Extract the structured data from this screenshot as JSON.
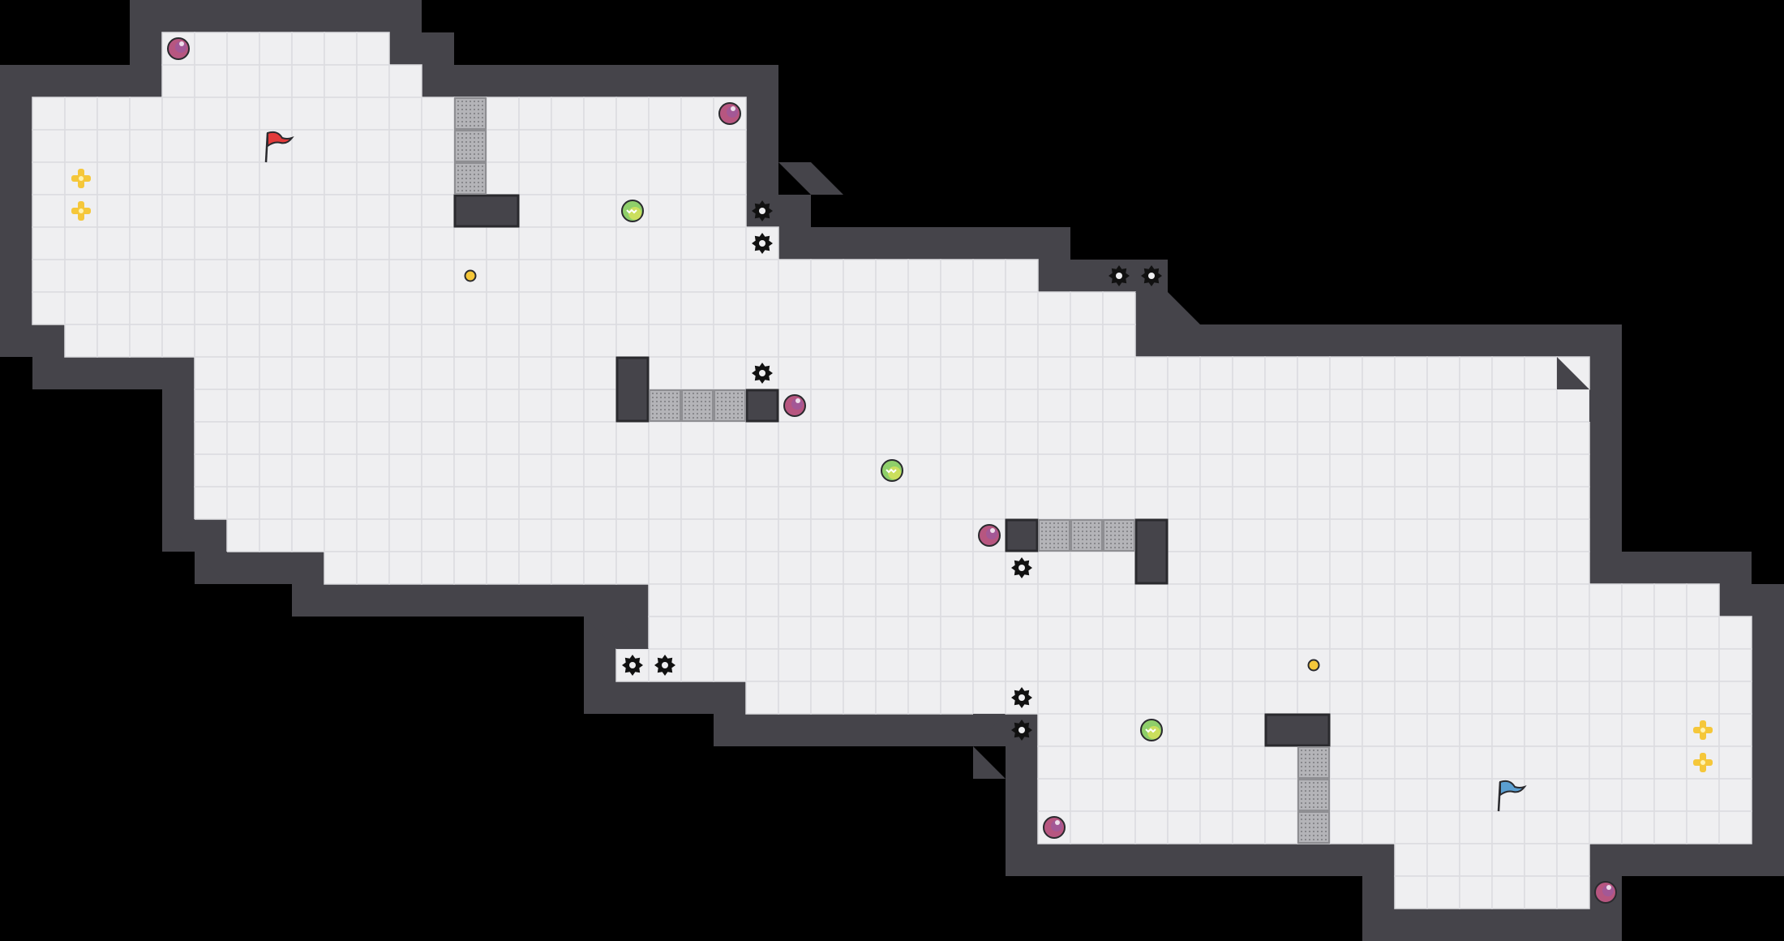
{
  "level": {
    "cols": 55,
    "rows": 29,
    "colors": {
      "background": "#000000",
      "wall": "#45444a",
      "wall_edge": "#2a2a2e",
      "floor": "#efeff1",
      "grid_line": "#dcdce0",
      "grate": "#9a9a9e",
      "gold": "#f5c73a",
      "red_team": "#e23b3b",
      "blue_team": "#5b9fd1"
    },
    "floor_runs": [
      [
        1,
        5,
        11
      ],
      [
        2,
        5,
        12
      ],
      [
        3,
        1,
        22
      ],
      [
        4,
        1,
        22
      ],
      [
        5,
        1,
        22
      ],
      [
        6,
        1,
        22
      ],
      [
        7,
        1,
        23
      ],
      [
        8,
        1,
        31
      ],
      [
        9,
        1,
        34
      ],
      [
        10,
        2,
        34
      ],
      [
        11,
        6,
        48
      ],
      [
        12,
        6,
        48
      ],
      [
        13,
        6,
        48
      ],
      [
        14,
        6,
        48
      ],
      [
        15,
        6,
        48
      ],
      [
        16,
        7,
        48
      ],
      [
        17,
        10,
        48
      ],
      [
        18,
        20,
        52
      ],
      [
        19,
        20,
        53
      ],
      [
        20,
        19,
        53
      ],
      [
        21,
        23,
        53
      ],
      [
        22,
        32,
        53
      ],
      [
        23,
        32,
        53
      ],
      [
        24,
        32,
        53
      ],
      [
        25,
        32,
        53
      ],
      [
        26,
        43,
        48
      ],
      [
        27,
        43,
        48
      ]
    ],
    "blocks": [
      [
        14,
        6,
        2,
        1
      ],
      [
        19,
        11,
        1,
        2
      ],
      [
        23,
        12,
        1,
        1
      ],
      [
        31,
        16,
        1,
        1
      ],
      [
        35,
        16,
        1,
        2
      ],
      [
        39,
        22,
        2,
        1
      ]
    ],
    "grates": [
      [
        14,
        3
      ],
      [
        14,
        4
      ],
      [
        14,
        5
      ],
      [
        20,
        12
      ],
      [
        21,
        12
      ],
      [
        22,
        12
      ],
      [
        32,
        16
      ],
      [
        33,
        16
      ],
      [
        34,
        16
      ],
      [
        40,
        23
      ],
      [
        40,
        24
      ],
      [
        40,
        25
      ]
    ],
    "wedges": [
      [
        24,
        5,
        "tr"
      ],
      [
        25,
        5,
        "bl"
      ],
      [
        35,
        9,
        "tr"
      ],
      [
        36,
        9,
        "bl"
      ],
      [
        18,
        19,
        "tr"
      ],
      [
        19,
        19,
        "bl"
      ],
      [
        30,
        23,
        "bl"
      ],
      [
        30,
        22,
        "tl"
      ],
      [
        48,
        11,
        "bl"
      ],
      [
        49,
        12,
        "bl"
      ],
      [
        5,
        16,
        "tr"
      ],
      [
        6,
        17,
        "tr"
      ]
    ],
    "mines": [
      [
        23.5,
        6.5
      ],
      [
        23.5,
        7.5
      ],
      [
        34.5,
        8.5
      ],
      [
        35.5,
        8.5
      ],
      [
        23.5,
        11.5
      ],
      [
        31.5,
        17.5
      ],
      [
        19.5,
        20.5
      ],
      [
        20.5,
        20.5
      ],
      [
        31.5,
        21.5
      ],
      [
        31.5,
        22.5
      ]
    ],
    "health_pickups": [
      [
        5.5,
        1.5
      ],
      [
        22.5,
        3.5
      ],
      [
        24.5,
        12.5
      ],
      [
        30.5,
        16.5
      ],
      [
        32.5,
        25.5
      ],
      [
        49.5,
        27.5
      ]
    ],
    "energy_pickups": [
      [
        19.5,
        6.5
      ],
      [
        27.5,
        14.5
      ],
      [
        35.5,
        22.5
      ]
    ],
    "coins": [
      [
        14.5,
        8.5
      ],
      [
        40.5,
        20.5
      ]
    ],
    "boosters": [
      [
        2.5,
        5.5
      ],
      [
        2.5,
        6.5
      ],
      [
        52.5,
        22.5
      ],
      [
        52.5,
        23.5
      ]
    ],
    "flags": [
      {
        "team": "red",
        "col": 8.5,
        "row": 4.5
      },
      {
        "team": "blue",
        "col": 46.5,
        "row": 24.5
      }
    ]
  }
}
